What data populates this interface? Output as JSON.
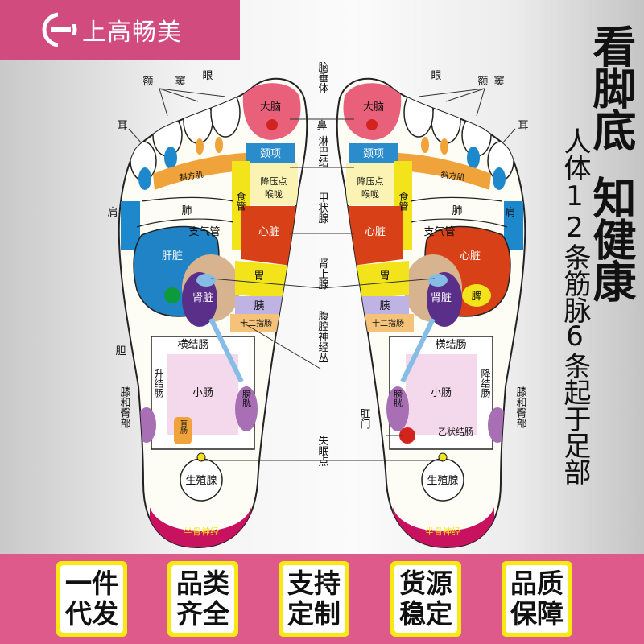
{
  "brand": {
    "name": "上高畅美",
    "logo_icon": "e-logo-icon",
    "color": "#d24b7e"
  },
  "headline": {
    "main_col1": "看脚底",
    "main_col2": "知健康",
    "sub_col1": "人体12条筋脉",
    "sub_col2": "6条起于足部"
  },
  "center_labels": {
    "pituitary": "脑垂体",
    "nose": "鼻",
    "lymph": "淋巴结",
    "thyroid": "甲状腺",
    "adrenal": "肾上腺",
    "celiac": "腹腔神经丛",
    "insomnia": "失眠点"
  },
  "left_labels": {
    "forehead": "额",
    "sinus": "窦",
    "eye": "眼",
    "ear": "耳",
    "shoulder": "肩",
    "gallbladder": "胆",
    "knee": "膝和臀部"
  },
  "right_labels": {
    "eye": "眼",
    "forehead": "额",
    "sinus": "窦",
    "ear": "耳",
    "shoulder": "肩",
    "anus": "肛门",
    "knee": "膝和臀部"
  },
  "zones": {
    "brain": "大脑",
    "neck": "颈项",
    "trapezius": "斜方肌",
    "bp_point": "降压点",
    "throat": "喉咙",
    "esophagus": "食管",
    "lung": "肺",
    "bronchus": "支气管",
    "heart": "心脏",
    "liver": "肝脏",
    "kidney": "肾脏",
    "stomach": "胃",
    "pancreas": "胰",
    "duodenum": "十二指肠",
    "spleen": "脾",
    "transverse_colon": "横结肠",
    "ascending_colon": "升结肠",
    "descending_colon": "降结肠",
    "small_intestine": "小肠",
    "bladder": "膀胱",
    "appendix": "盲肠",
    "sigmoid_colon": "乙状结肠",
    "gonad": "生殖腺",
    "sciatic": "坐骨神经"
  },
  "badges": [
    {
      "line1": "一件",
      "line2": "代发"
    },
    {
      "line1": "品类",
      "line2": "齐全"
    },
    {
      "line1": "支持",
      "line2": "定制"
    },
    {
      "line1": "货源",
      "line2": "稳定"
    },
    {
      "line1": "品质",
      "line2": "保障"
    }
  ],
  "colors": {
    "band": "#dd5a8b",
    "badge_border": "#f7ea12",
    "brain": "#e8607a",
    "blue": "#1e88cc",
    "red": "#d84117",
    "yellow": "#f2e31a",
    "purple": "#5a2f8a",
    "orange": "#f0a33a",
    "pink": "#f4d9ec",
    "magenta": "#c8115f"
  }
}
